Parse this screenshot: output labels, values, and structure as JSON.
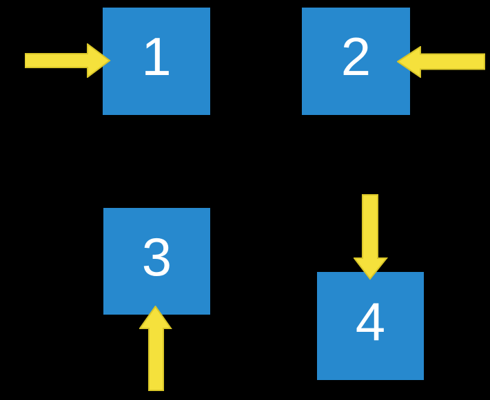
{
  "diagram": {
    "background": "#000000",
    "colors": {
      "square_fill": "#2789CE",
      "label_color": "#FFFFFF",
      "arrow_fill": "#F5E13C",
      "arrow_stroke": "#D9C628"
    },
    "squares": [
      {
        "label": "1",
        "arrow_direction": "right",
        "arrow_enters_side": "left"
      },
      {
        "label": "2",
        "arrow_direction": "left",
        "arrow_enters_side": "right"
      },
      {
        "label": "3",
        "arrow_direction": "up",
        "arrow_enters_side": "bottom"
      },
      {
        "label": "4",
        "arrow_direction": "down",
        "arrow_enters_side": "top"
      }
    ]
  }
}
